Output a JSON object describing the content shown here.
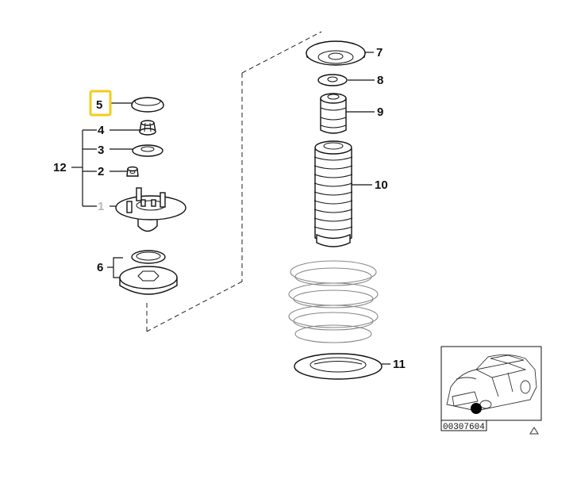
{
  "callouts": {
    "c5": "5",
    "c4": "4",
    "c3": "3",
    "c12": "12",
    "c2": "2",
    "c1": "1",
    "c6": "6",
    "c7": "7",
    "c8": "8",
    "c9": "9",
    "c10": "10",
    "c11": "11"
  },
  "highlight": {
    "callout": "5",
    "color": "#f2cc1b"
  },
  "inset": {
    "code": "00307604"
  },
  "icons": {
    "inset_mark": "triangle-icon",
    "locator": "location-dot-icon"
  }
}
